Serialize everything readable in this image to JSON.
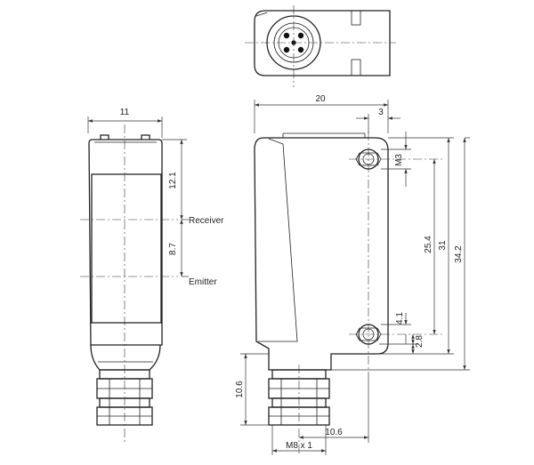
{
  "dimensions": {
    "front_width": "11",
    "side_width": "20",
    "hole_offset": "3",
    "thread_m3": "M3",
    "receiver_height": "12.1",
    "receiver_emitter_spacing": "8.7",
    "hole_spacing": "25.4",
    "height_31": "31",
    "height_34_2": "34.2",
    "lower_hole_4_1": "4.1",
    "lower_hole_2_8": "2.8",
    "connector_height": "10.6",
    "connector_offset": "10.6",
    "thread_m8": "M8 x 1"
  },
  "labels": {
    "receiver": "Receiver",
    "emitter": "Emitter"
  }
}
